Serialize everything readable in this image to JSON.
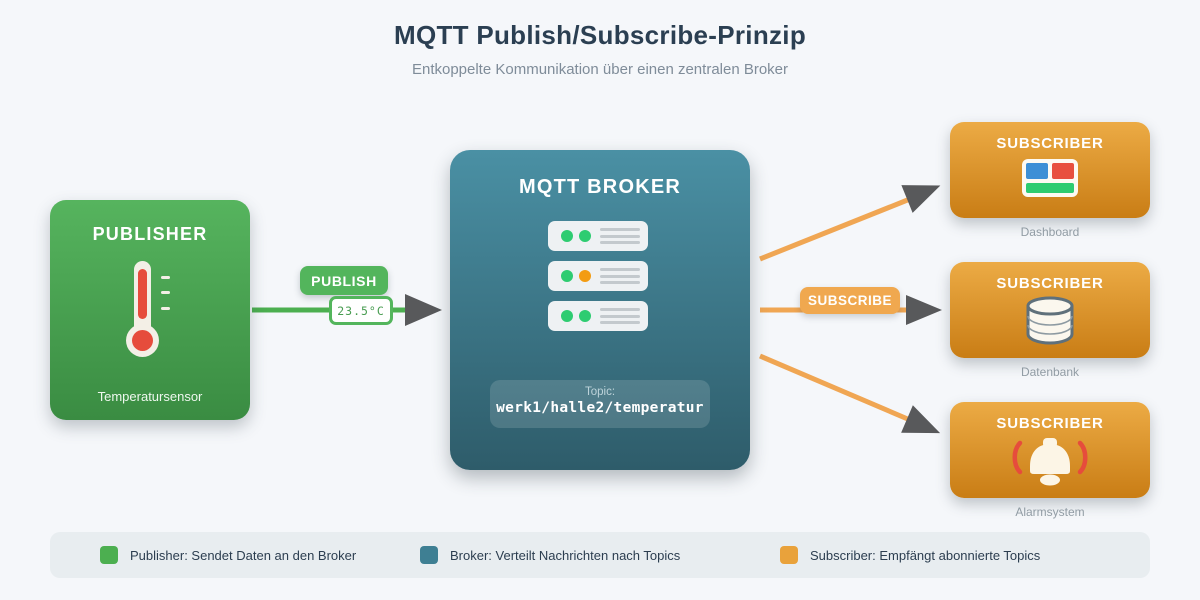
{
  "header": {
    "title": "MQTT Publish/Subscribe-Prinzip",
    "subtitle": "Entkoppelte Kommunikation über einen zentralen Broker"
  },
  "publisher": {
    "title": "PUBLISHER",
    "device_label": "Temperatursensor",
    "icon": "thermometer-icon"
  },
  "publish_flow": {
    "action_label": "PUBLISH",
    "value": "23.5°C"
  },
  "broker": {
    "title": "MQTT BROKER",
    "topic_label": "Topic:",
    "topic_value": "werk1/halle2/temperatur",
    "servers": [
      {
        "leds": [
          "green",
          "green"
        ]
      },
      {
        "leds": [
          "green",
          "orange"
        ]
      },
      {
        "leds": [
          "green",
          "green"
        ]
      }
    ]
  },
  "subscribe_flow": {
    "action_label": "SUBSCRIBE"
  },
  "subscribers": [
    {
      "title": "SUBSCRIBER",
      "caption": "Dashboard",
      "icon": "dashboard-icon"
    },
    {
      "title": "SUBSCRIBER",
      "caption": "Datenbank",
      "icon": "database-icon"
    },
    {
      "title": "SUBSCRIBER",
      "caption": "Alarmsystem",
      "icon": "bell-icon"
    }
  ],
  "legend": {
    "items": [
      {
        "color_name": "green",
        "color": "#4caf50",
        "text": "Publisher: Sendet Daten an den Broker"
      },
      {
        "color_name": "teal",
        "color": "#3e7f93",
        "text": "Broker: Verteilt Nachrichten nach Topics"
      },
      {
        "color_name": "orange",
        "color": "#e9a23b",
        "text": "Subscriber: Empfängt abonnierte Topics"
      }
    ]
  },
  "colors": {
    "publisher_green_top": "#56b45e",
    "publisher_green_bottom": "#3a8c42",
    "broker_teal_top": "#4a90a4",
    "broker_teal_bottom": "#2e5c6a",
    "subscriber_orange_top": "#ecab45",
    "subscriber_orange_bottom": "#c97d15",
    "connector_orange": "#f0a653",
    "connector_green": "#4caf50",
    "arrowhead_gray": "#58595b",
    "background": "#f5f7fa"
  }
}
